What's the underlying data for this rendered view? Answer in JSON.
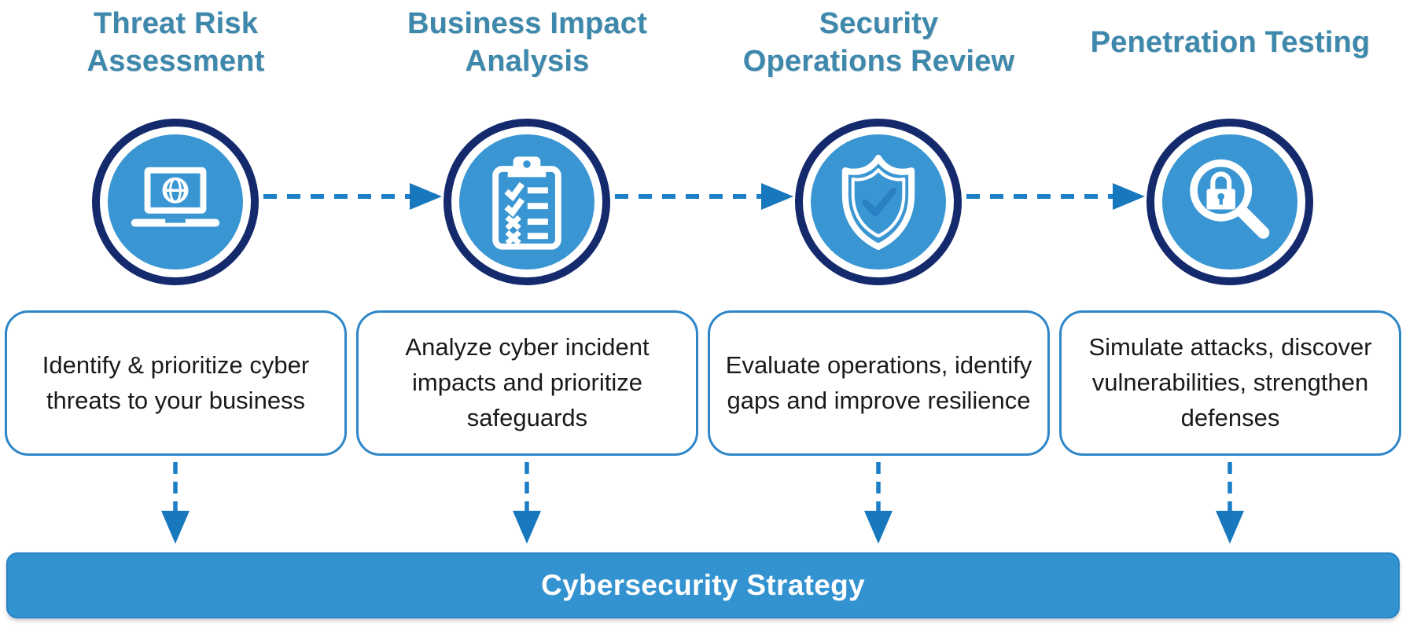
{
  "diagram": {
    "steps": [
      {
        "title": "Threat Risk\nAssessment",
        "icon": "laptop-globe-icon",
        "description": "Identify & prioritize cyber threats to your business"
      },
      {
        "title": "Business Impact\nAnalysis",
        "icon": "clipboard-checklist-icon",
        "description": "Analyze cyber incident impacts and prioritize safeguards"
      },
      {
        "title": "Security\nOperations Review",
        "icon": "shield-check-icon",
        "description": "Evaluate operations, identify gaps and improve resilience"
      },
      {
        "title": "Penetration Testing",
        "icon": "magnifier-lock-icon",
        "description": "Simulate attacks, discover vulnerabilities, strengthen defenses"
      }
    ],
    "footer": {
      "label": "Cybersecurity Strategy"
    },
    "colors": {
      "step_title": "#3E88AC",
      "ring": "#142A6D",
      "icon_circle_fill": "#3A96D3",
      "icon_glyph": "#FFFFFF",
      "arrow": "#1B7EC6",
      "box_border": "#2E86C8",
      "body_text": "#1A1A1A",
      "footer_fill": "#3392D0",
      "footer_border": "#2A83C4",
      "footer_text": "#FFFFFF"
    }
  }
}
